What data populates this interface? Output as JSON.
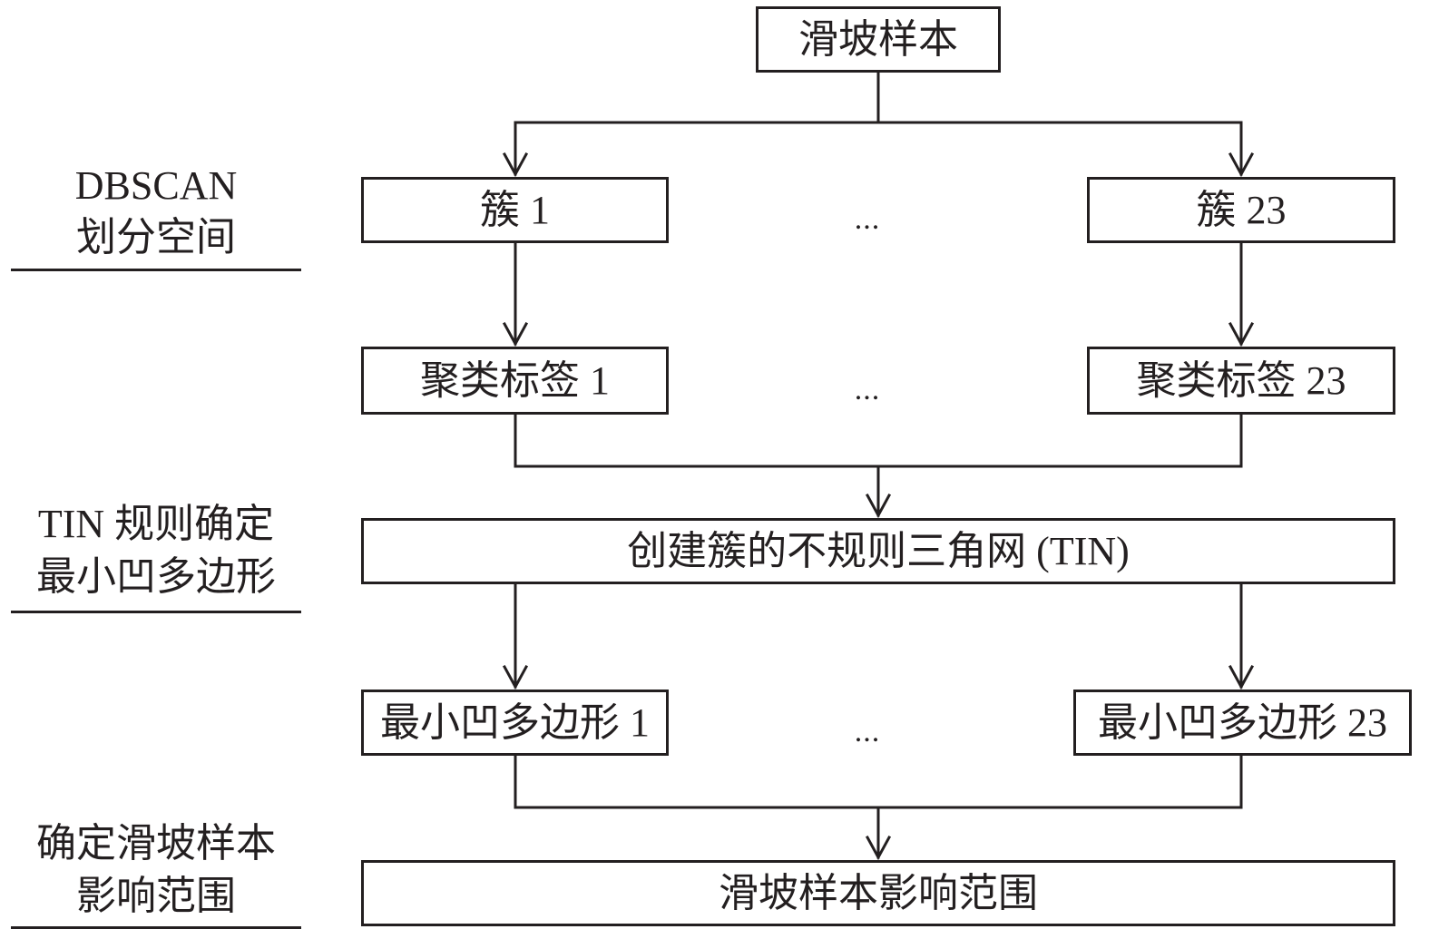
{
  "diagram": {
    "root": "滑坡样本",
    "clusters": {
      "first": "簇 1",
      "last": "簇 23",
      "ellipsis": "..."
    },
    "cluster_labels": {
      "first": "聚类标签 1",
      "last": "聚类标签 23",
      "ellipsis": "..."
    },
    "tin": "创建簇的不规则三角网 (TIN)",
    "polygons": {
      "first": "最小凹多边形 1",
      "last": "最小凹多边形 23",
      "ellipsis": "..."
    },
    "result": "滑坡样本影响范围"
  },
  "stages": [
    {
      "line1": "DBSCAN",
      "line2": "划分空间"
    },
    {
      "line1": "TIN 规则确定",
      "line2": "最小凹多边形"
    },
    {
      "line1": "确定滑坡样本",
      "line2": "影响范围"
    }
  ],
  "colors": {
    "stroke": "#231f20",
    "background": "#ffffff"
  }
}
